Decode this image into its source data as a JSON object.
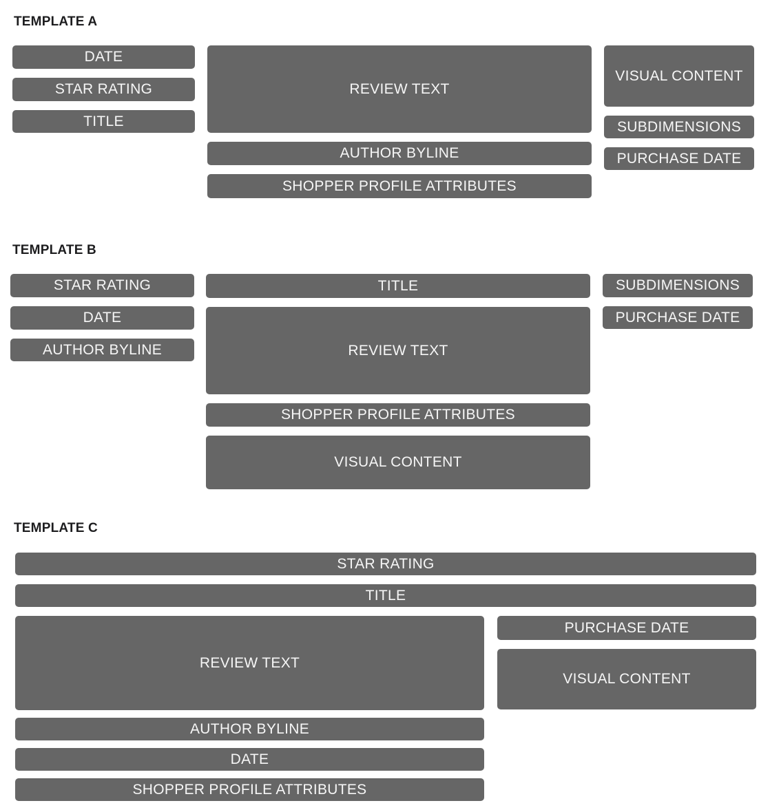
{
  "page": {
    "background_color": "#ffffff",
    "box_color": "#666666",
    "box_label_color": "#f6f6f6",
    "heading_color": "#1d1d1f"
  },
  "templates": [
    {
      "heading": "TEMPLATE A",
      "columns": [
        {
          "boxes": [
            {
              "label": "DATE"
            },
            {
              "label": "STAR RATING"
            },
            {
              "label": "TITLE"
            }
          ]
        },
        {
          "boxes": [
            {
              "label": "REVIEW TEXT"
            },
            {
              "label": "AUTHOR BYLINE"
            },
            {
              "label": "SHOPPER PROFILE ATTRIBUTES"
            }
          ]
        },
        {
          "boxes": [
            {
              "label": "VISUAL CONTENT"
            },
            {
              "label": "SUBDIMENSIONS"
            },
            {
              "label": "PURCHASE DATE"
            }
          ]
        }
      ]
    },
    {
      "heading": "TEMPLATE B",
      "columns": [
        {
          "boxes": [
            {
              "label": "STAR RATING"
            },
            {
              "label": "DATE"
            },
            {
              "label": "AUTHOR BYLINE"
            }
          ]
        },
        {
          "boxes": [
            {
              "label": "TITLE"
            },
            {
              "label": "REVIEW TEXT"
            },
            {
              "label": "SHOPPER PROFILE ATTRIBUTES"
            },
            {
              "label": "VISUAL CONTENT"
            }
          ]
        },
        {
          "boxes": [
            {
              "label": "SUBDIMENSIONS"
            },
            {
              "label": "PURCHASE DATE"
            }
          ]
        }
      ]
    },
    {
      "heading": "TEMPLATE C",
      "columns": [
        {
          "boxes": [
            {
              "label": "STAR RATING"
            },
            {
              "label": "TITLE"
            }
          ]
        },
        {
          "boxes": [
            {
              "label": "REVIEW TEXT"
            },
            {
              "label": "AUTHOR BYLINE"
            },
            {
              "label": "DATE"
            },
            {
              "label": "SHOPPER PROFILE ATTRIBUTES"
            }
          ]
        },
        {
          "boxes": [
            {
              "label": "PURCHASE DATE"
            },
            {
              "label": "VISUAL CONTENT"
            }
          ]
        }
      ]
    }
  ]
}
